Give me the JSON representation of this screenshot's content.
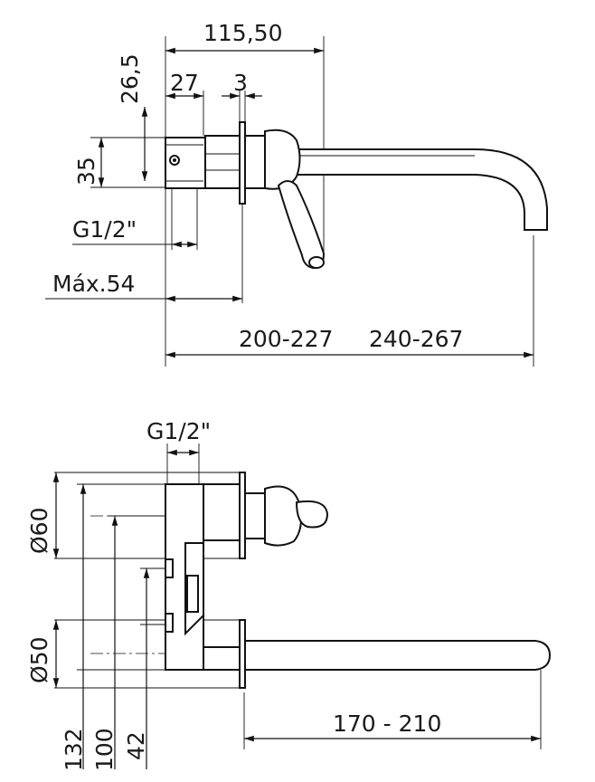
{
  "top_view": {
    "labels": {
      "total_depth": "115,50",
      "flange_offset": "26,5",
      "body_width": "27",
      "flange_thickness": "3",
      "body_height": "35",
      "thread_top": "G1/2\"",
      "max_depth": "Máx.54",
      "spout_range_short": "200-227",
      "spout_range_long": "240-267"
    }
  },
  "bottom_view": {
    "labels": {
      "thread_front": "G1/2\"",
      "diameter_60": "Ø60",
      "diameter_50": "Ø50",
      "height_132": "132",
      "height_100": "100",
      "height_42": "42",
      "spout_length": "170 - 210"
    }
  }
}
